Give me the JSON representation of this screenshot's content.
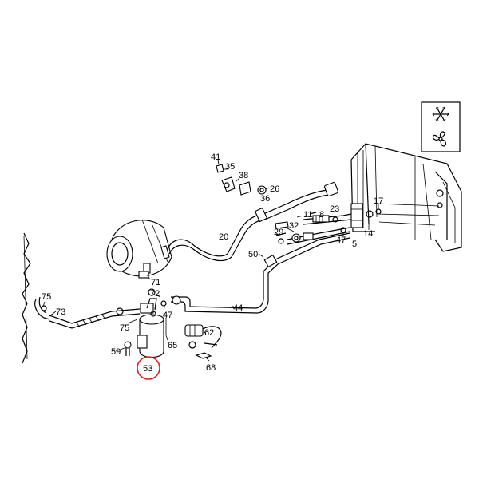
{
  "diagram": {
    "callouts": [
      {
        "id": "c41",
        "label": "41"
      },
      {
        "id": "c35",
        "label": "35"
      },
      {
        "id": "c38",
        "label": "38"
      },
      {
        "id": "c36",
        "label": "36"
      },
      {
        "id": "c26",
        "label": "26"
      },
      {
        "id": "c20",
        "label": "20"
      },
      {
        "id": "c11",
        "label": "11"
      },
      {
        "id": "c8",
        "label": "8"
      },
      {
        "id": "c23",
        "label": "23"
      },
      {
        "id": "c17",
        "label": "17"
      },
      {
        "id": "c32",
        "label": "32"
      },
      {
        "id": "c29",
        "label": "29"
      },
      {
        "id": "c47a",
        "label": "47"
      },
      {
        "id": "c5",
        "label": "5"
      },
      {
        "id": "c14",
        "label": "14"
      },
      {
        "id": "c50",
        "label": "50"
      },
      {
        "id": "c71",
        "label": "71"
      },
      {
        "id": "c72",
        "label": "72"
      },
      {
        "id": "c47b",
        "label": "47"
      },
      {
        "id": "c44",
        "label": "44"
      },
      {
        "id": "c75a",
        "label": "75"
      },
      {
        "id": "c73",
        "label": "73"
      },
      {
        "id": "c75b",
        "label": "75"
      },
      {
        "id": "c65",
        "label": "65"
      },
      {
        "id": "c62",
        "label": "62"
      },
      {
        "id": "c59",
        "label": "59"
      },
      {
        "id": "c53",
        "label": "53"
      },
      {
        "id": "c68",
        "label": "68"
      }
    ],
    "highlight_callout": "53",
    "highlight_color": "#e02020",
    "legend_icons": [
      "snowflake-icon",
      "fan-icon"
    ]
  }
}
